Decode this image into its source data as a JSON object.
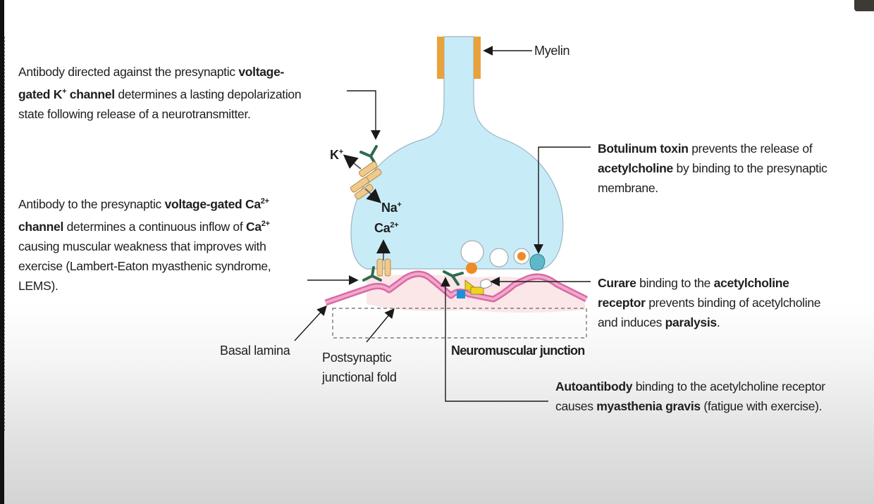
{
  "labels": {
    "myelin": "Myelin",
    "k_ion": "K",
    "k_sup": "+",
    "na_ion": "Na",
    "na_sup": "+",
    "ca_ion": "Ca",
    "ca_sup": "2+",
    "basal_lamina": "Basal lamina",
    "postsynaptic_line1": "Postsynaptic",
    "postsynaptic_line2": "junctional fold",
    "nmj": "Neuromuscular junction"
  },
  "annotations": {
    "k_channel": {
      "a": "Antibody directed against the presynaptic ",
      "b": "voltage-",
      "c": "gated K",
      "c_sup": "+",
      "d": " channel",
      "e": " determines a lasting depolarization",
      "f": "state following release of a neurotransmitter."
    },
    "ca_channel": {
      "a": "Antibody to the presynaptic ",
      "b": "voltage-gated Ca",
      "b_sup": "2+",
      "c": "channel",
      "d": " determines a continuous inflow of ",
      "e": "Ca",
      "e_sup": "2+",
      "f": "causing muscular weakness that improves with",
      "g": "exercise (Lambert-Eaton myasthenic syndrome,",
      "h": "LEMS)."
    },
    "botulinum": {
      "a": "Botulinum toxin",
      "b": " prevents the release of",
      "c": "acetylcholine",
      "d": " by binding to the presynaptic",
      "e": "membrane."
    },
    "curare": {
      "a": "Curare",
      "b": " binding to the ",
      "c": "acetylcholine",
      "d": "receptor",
      "e": " prevents binding of acetylcholine",
      "f": "and induces ",
      "g": "paralysis",
      "h": "."
    },
    "autoantibody": {
      "a": "Autoantibody",
      "b": " binding to the acetylcholine receptor",
      "c": "causes ",
      "d": "myasthenia gravis",
      "e": " (fatigue with exercise)."
    }
  },
  "colors": {
    "axon_fill": "#c8ecf7",
    "axon_stroke": "#9ab6c2",
    "myelin": "#e8a23c",
    "membrane": "#e17fb0",
    "cleft": "#fbe3e6",
    "antibody": "#2f6b50",
    "channel": "#f0c98c",
    "vesicle": "#ffffff",
    "ach": "#f08a24",
    "toxin": "#5fb8c7",
    "curare_yellow": "#f1d21f",
    "receptor_blue": "#1f8fd8"
  }
}
